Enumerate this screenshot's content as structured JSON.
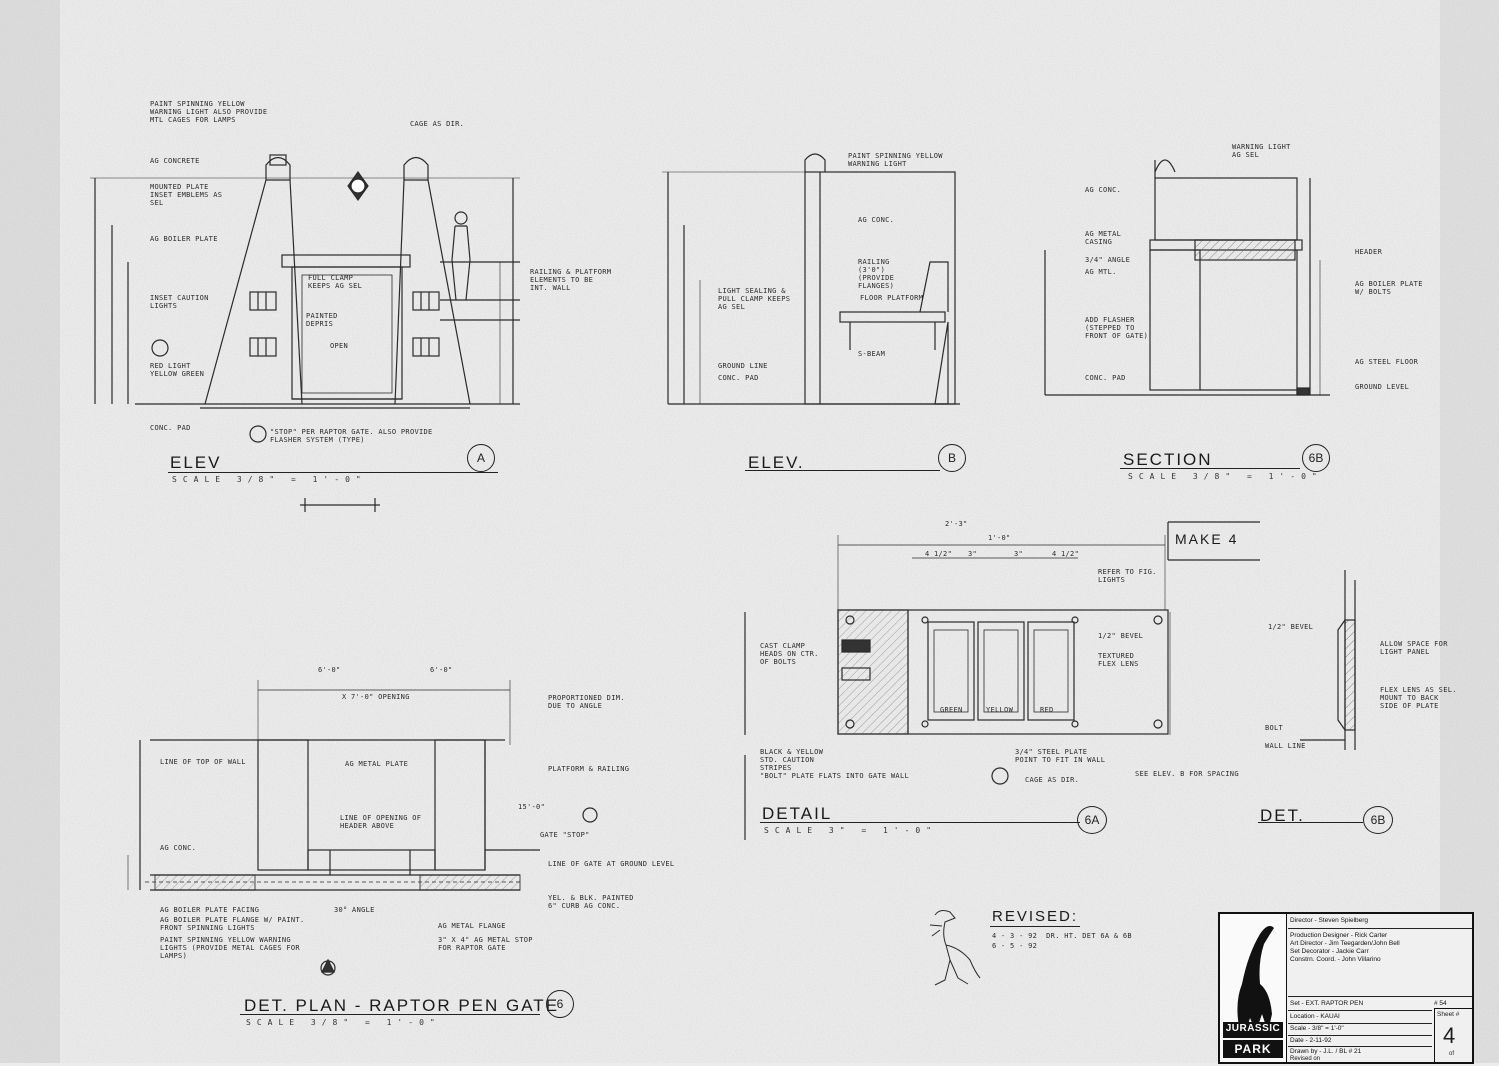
{
  "elev_a": {
    "title": "ELEV",
    "scale": "SCALE 3/8\" = 1'-0\"",
    "ref": "A",
    "notes": [
      "PAINT SPINNING YELLOW WARNING LIGHT ALSO PROVIDE MTL CAGES FOR LAMPS",
      "AG CONCRETE",
      "MOUNTED PLATE INSET EMBLEMS AS SEL",
      "AG BOILER PLATE",
      "INSET CAUTION LIGHTS",
      "FULL CLAMP KEEPS AG SEL",
      "PAINTED DEPRIS",
      "OPEN",
      "RED LIGHT YELLOW GREEN",
      "CONC. PAD",
      "\"STOP\" PER RAPTOR GATE. ALSO PROVIDE FLASHER SYSTEM (TYPE)",
      "CAGE AS DIR.",
      "RAILING & PLATFORM ELEMENTS TO BE INT. WALL"
    ]
  },
  "elev_b": {
    "title": "ELEV.",
    "ref": "B",
    "notes": [
      "PAINT SPINNING YELLOW WARNING LIGHT",
      "AG CONC.",
      "RAILING (3'0\") (PROVIDE FLANGES)",
      "LIGHT SEALING & PULL CLAMP KEEPS AG SEL",
      "GROUND LINE",
      "FLOOR PLATFORM",
      "S-BEAM",
      "CONC. PAD"
    ]
  },
  "section": {
    "title": "SECTION",
    "scale": "SCALE 3/8\" = 1'-0\"",
    "ref": "6B",
    "notes": [
      "WARNING LIGHT AG SEL",
      "AG CONC.",
      "AG METAL CASING",
      "3/4\" ANGLE",
      "AG MTL.",
      "HEADER",
      "AG BOILER PLATE W/ BOLTS",
      "ADD FLASHER (STEPPED TO FRONT OF GATE)",
      "AG STEEL FLOOR",
      "GROUND LEVEL",
      "CONC. PAD"
    ]
  },
  "detail_6a": {
    "title": "DETAIL",
    "scale": "SCALE 3\" = 1'-0\"",
    "ref": "6A",
    "make": "MAKE 4",
    "lamps": [
      "GREEN",
      "YELLOW",
      "RED"
    ],
    "notes": [
      "2'-3\"",
      "1'-0\"",
      "4 1/2\"",
      "3\"",
      "3\"",
      "4 1/2\"",
      "REFER TO FIG. LIGHTS",
      "1/2\" BEVEL",
      "TEXTURED FLEX LENS",
      "CAST CLAMP HEADS ON CTR. OF BOLTS",
      "BLACK & YELLOW STD. CAUTION STRIPES",
      "\"BOLT\" PLATE FLATS INTO GATE WALL",
      "3/4\" STEEL PLATE POINT TO FIT IN WALL",
      "CAGE AS DIR.",
      "SEE ELEV. B FOR SPACING"
    ]
  },
  "detail_6b": {
    "title": "DET.",
    "ref": "6B",
    "notes": [
      "1/2\" BEVEL",
      "ALLOW SPACE FOR LIGHT PANEL",
      "FLEX LENS AS SEL. MOUNT TO BACK SIDE OF PLATE",
      "BOLT",
      "WALL LINE"
    ]
  },
  "plan": {
    "title": "DET. PLAN - RAPTOR PEN GATE",
    "scale": "SCALE 3/8\" = 1'-0\"",
    "ref": "6",
    "notes": [
      "6'-0\"",
      "6'-0\"",
      "X 7'-0\" OPENING",
      "PROPORTIONED DIM. DUE TO ANGLE",
      "LINE OF TOP OF WALL",
      "AG METAL PLATE",
      "PLATFORM & RAILING",
      "LINE OF OPENING OF HEADER ABOVE",
      "GATE \"STOP\"",
      "15'-0\"",
      "AG CONC.",
      "LINE OF GATE AT GROUND LEVEL",
      "AG BOILER PLATE FACING",
      "AG BOILER PLATE FLANGE W/ PAINT. FRONT SPINNING LIGHTS",
      "PAINT SPINNING YELLOW WARNING LIGHTS (PROVIDE METAL CAGES FOR LAMPS)",
      "AG METAL FLANGE",
      "3\" X 4\" AG METAL STOP FOR RAPTOR GATE",
      "YEL. & BLK. PAINTED 6\" CURB AG CONC.",
      "30° ANGLE"
    ]
  },
  "revised": {
    "title": "REVISED:",
    "lines": [
      "4 - 3 - 92  DR. HT. DET 6A & 6B",
      "6 - 5 - 92"
    ]
  },
  "title_block": {
    "logo_top": "JURASSIC",
    "logo_bottom": "PARK",
    "director": "Director - Steven Spielberg",
    "production_designer": "Production Designer - Rick Carter",
    "art_director": "Art Director - Jim Teegarden/John Bell",
    "set_decorator": "Set Decorator - Jackie Carr",
    "construction": "Constrn. Coord. - John Villarino",
    "set": "Set - EXT. RAPTOR PEN",
    "set_number": "# 54",
    "location": "Location - KAUAI",
    "scale": "Scale - 3/8\" = 1'-0\"",
    "date": "Date - 2-11-92",
    "drawn_by": "Drawn by - J.L. / BL # 21",
    "revised_on": "Revised on",
    "sheet_label": "Sheet #",
    "sheet_number": "4",
    "sheet_of": "of"
  }
}
